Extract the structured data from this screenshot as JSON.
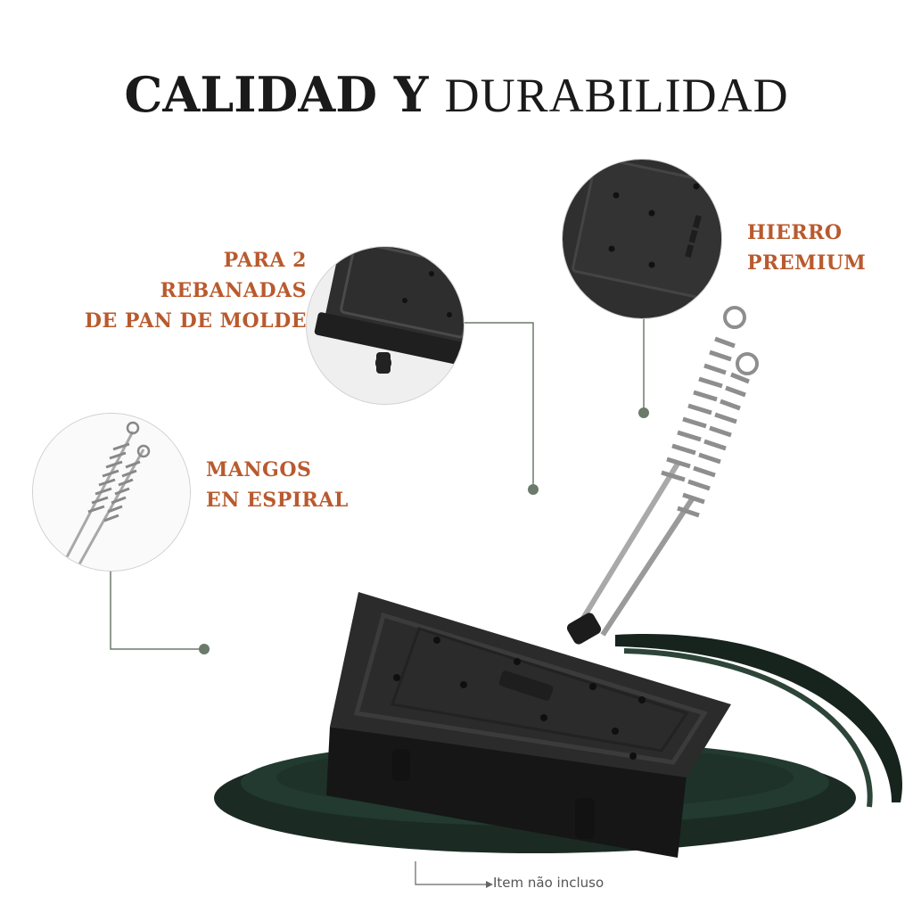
{
  "title": {
    "bold": "CALIDAD Y",
    "light": "DURABILIDAD"
  },
  "callouts": {
    "slices": {
      "line1": "PARA 2 REBANADAS",
      "line2": "DE PAN DE MOLDE"
    },
    "iron": {
      "line1": "HIERRO",
      "line2": "PREMIUM"
    },
    "handles": {
      "line1": "MANGOS",
      "line2": "EN ESPIRAL"
    }
  },
  "note": "Item não incluso",
  "colors": {
    "accent": "#b95a2e",
    "line": "#6b7a6b",
    "plate": "#1e2f27",
    "iron": "#2a2a2a"
  }
}
